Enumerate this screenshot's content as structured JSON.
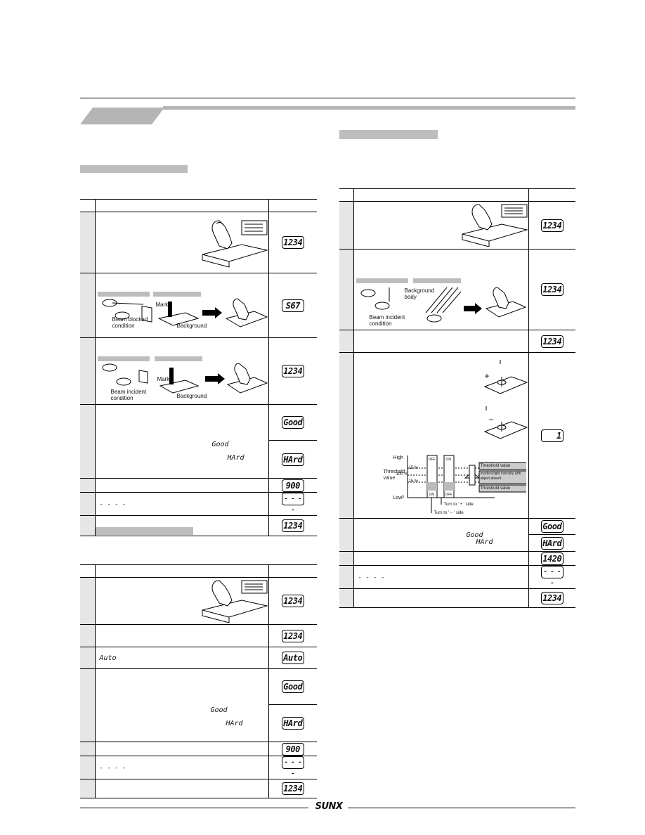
{
  "brand": "SUNX",
  "left": {
    "table1": {
      "rows": [
        {
          "display": "1234"
        },
        {
          "display": "S67",
          "labels": {
            "mark": "Mark",
            "condition": "Beam blocked condition",
            "background": "Background"
          }
        },
        {
          "display": "1234",
          "labels": {
            "mark": "Mark",
            "condition": "Beam incident condition",
            "background": "Background"
          }
        },
        {
          "displays": [
            "Good",
            "HArd"
          ],
          "inline": [
            "Good",
            "HArd"
          ]
        },
        {
          "display": "900"
        },
        {
          "display": "- - - -",
          "inline": "- - - -"
        },
        {
          "display": "1234"
        }
      ]
    },
    "table2": {
      "rows": [
        {
          "display": "1234"
        },
        {
          "display": "1234"
        },
        {
          "display": "Auto",
          "inline": "Auto"
        },
        {
          "displays": [
            "Good",
            "HArd"
          ],
          "inline": [
            "Good",
            "HArd"
          ]
        },
        {
          "display": "900"
        },
        {
          "display": "- - - -",
          "inline": "- - - -"
        },
        {
          "display": "1234"
        }
      ]
    }
  },
  "right": {
    "table3": {
      "rows": [
        {
          "display": "1234"
        },
        {
          "display": "1234",
          "labels": {
            "condition": "Beam incident condition",
            "background": "Background body"
          }
        },
        {
          "display": "1234"
        },
        {
          "display": "1",
          "graph": {
            "high": "High",
            "low": "Low",
            "axis": "Threshold value",
            "pct100": "100 %",
            "pct15a": "15 %",
            "pct15b": "15 %",
            "zero": "0",
            "off1": "OFF",
            "on1": "ON",
            "on2": "ON",
            "off2": "OFF",
            "threshold_top": "Threshold value",
            "threshold_bottom": "Threshold value",
            "incident": "Incident light intensity with object absent",
            "turn_plus": "Turn to ' + ' side",
            "turn_minus": "Turn to ' − ' side",
            "plus": "+",
            "minus": "−"
          }
        },
        {
          "displays": [
            "Good",
            "HArd"
          ],
          "inline": [
            "Good",
            "HArd"
          ]
        },
        {
          "display": "1420"
        },
        {
          "display": "- - - -",
          "inline": "- - - -"
        },
        {
          "display": "1234"
        }
      ]
    }
  }
}
